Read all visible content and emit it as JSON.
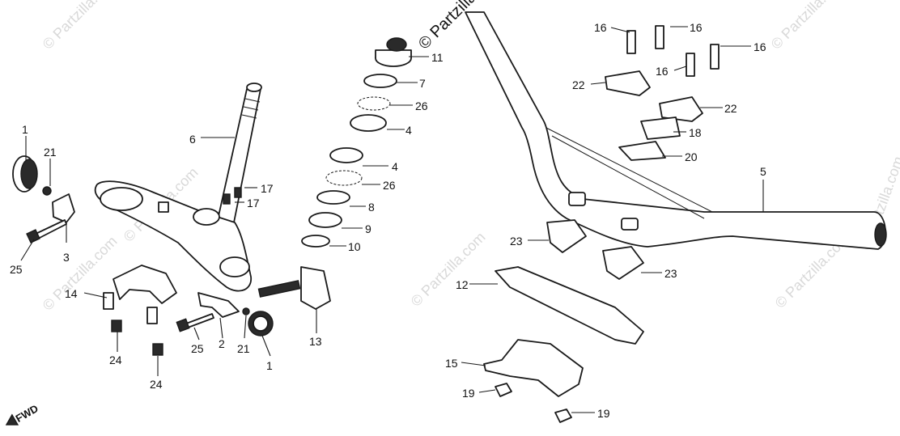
{
  "watermark": "© Partzilla.com",
  "watermark_partial": "© Partzilla",
  "fwd_label": "FWD",
  "callouts": {
    "c1a": "1",
    "c1b": "1",
    "c2": "2",
    "c3": "3",
    "c4a": "4",
    "c4b": "4",
    "c5": "5",
    "c6": "6",
    "c7": "7",
    "c8": "8",
    "c9": "9",
    "c10": "10",
    "c11": "11",
    "c12": "12",
    "c13": "13",
    "c14": "14",
    "c15": "15",
    "c16a": "16",
    "c16b": "16",
    "c16c": "16",
    "c16d": "16",
    "c17a": "17",
    "c17b": "17",
    "c18": "18",
    "c19a": "19",
    "c19b": "19",
    "c20": "20",
    "c21a": "21",
    "c21b": "21",
    "c22a": "22",
    "c22b": "22",
    "c23a": "23",
    "c23b": "23",
    "c24a": "24",
    "c24b": "24",
    "c25a": "25",
    "c25b": "25",
    "c26a": "26",
    "c26b": "26"
  }
}
